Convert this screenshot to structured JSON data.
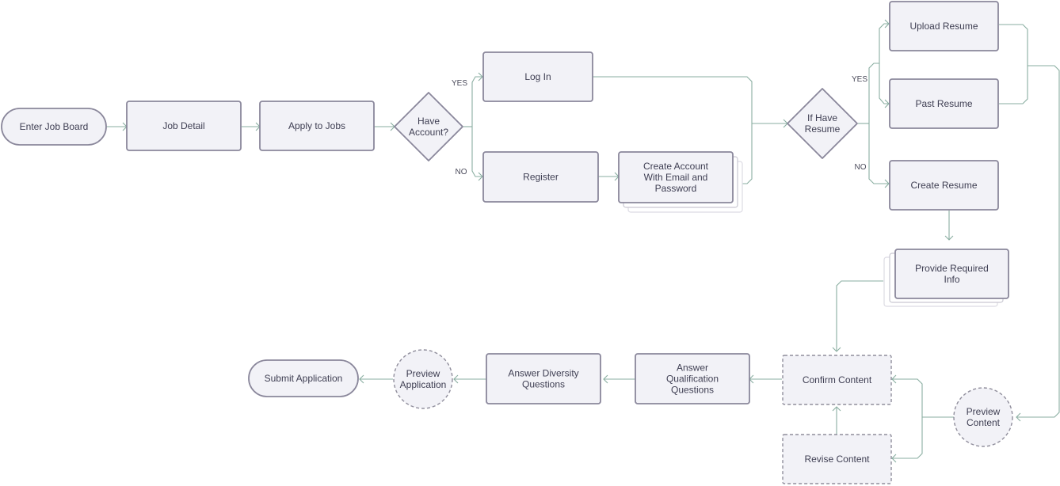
{
  "colors": {
    "node_fill": "#f2f2f7",
    "node_stroke": "#8a879b",
    "dashed_stroke": "#908e9c",
    "connector": "#8aaea1",
    "text": "#3e3e52"
  },
  "nodes": {
    "enter_job_board": "Enter Job Board",
    "job_detail": "Job Detail",
    "apply_to_jobs": "Apply to Jobs",
    "have_account": [
      "Have",
      "Account?"
    ],
    "log_in": "Log In",
    "register": "Register",
    "create_account": [
      "Create Account",
      "With Email and",
      "Password"
    ],
    "if_have_resume": [
      "If Have",
      "Resume"
    ],
    "upload_resume": "Upload Resume",
    "past_resume": "Past Resume",
    "create_resume": "Create Resume",
    "provide_required_info": [
      "Provide Required",
      "Info"
    ],
    "confirm_content": "Confirm Content",
    "revise_content": "Revise Content",
    "preview_content": [
      "Preview",
      "Content"
    ],
    "answer_qualification": [
      "Answer",
      "Qualification",
      "Questions"
    ],
    "answer_diversity": [
      "Answer Diversity",
      "Questions"
    ],
    "preview_application": [
      "Preview",
      "Application"
    ],
    "submit_application": "Submit Application"
  },
  "edge_labels": {
    "account_yes": "YES",
    "account_no": "NO",
    "resume_yes": "YES",
    "resume_no": "NO"
  }
}
